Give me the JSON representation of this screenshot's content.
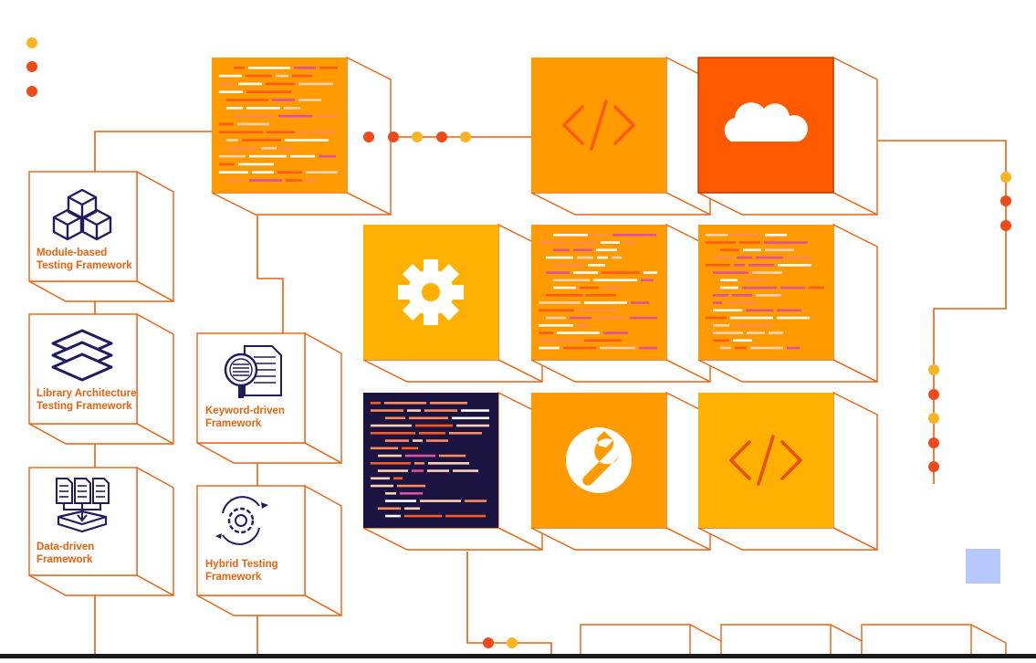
{
  "palette": {
    "orange_line": "#e8620f",
    "orange_tile": "#ff9a00",
    "amber_tile": "#ffb000",
    "red_tile": "#ff5a00",
    "navy_tile": "#1b1440",
    "icon_navy": "#1f1d5e",
    "dot_yellow": "#fbb523",
    "dot_red": "#ef4a1a",
    "blue_square": "#b7c8ff"
  },
  "framework_cards": [
    {
      "id": "module-based",
      "label": "Module-based\nTesting Framework",
      "icon": "cubes-icon"
    },
    {
      "id": "library-architecture",
      "label": "Library Architecture\nTesting Framework",
      "icon": "layers-icon"
    },
    {
      "id": "data-driven",
      "label": "Data-driven\nFramework",
      "icon": "documents-tray-icon"
    },
    {
      "id": "keyword-driven",
      "label": "Keyword-driven\nFramework",
      "icon": "magnifier-document-icon"
    },
    {
      "id": "hybrid-testing",
      "label": "Hybrid Testing\nFramework",
      "icon": "gear-cycle-icon"
    }
  ],
  "tiles": [
    {
      "id": "code-tile-top",
      "icon": "code-lines-icon",
      "color": "orange"
    },
    {
      "id": "markup-tile-top",
      "icon": "code-brackets-icon",
      "color": "orange"
    },
    {
      "id": "cloud-tile",
      "icon": "cloud-icon",
      "color": "red"
    },
    {
      "id": "settings-tile",
      "icon": "gear-icon",
      "color": "amber"
    },
    {
      "id": "code-tile-middle",
      "icon": "code-lines-icon",
      "color": "orange"
    },
    {
      "id": "code-tile-right",
      "icon": "code-lines-icon",
      "color": "orange"
    },
    {
      "id": "dark-code-tile",
      "icon": "code-lines-icon",
      "color": "navy"
    },
    {
      "id": "wrench-tile",
      "icon": "wrench-icon",
      "color": "orange"
    },
    {
      "id": "markup-tile-bottom",
      "icon": "code-brackets-icon",
      "color": "amber"
    }
  ]
}
